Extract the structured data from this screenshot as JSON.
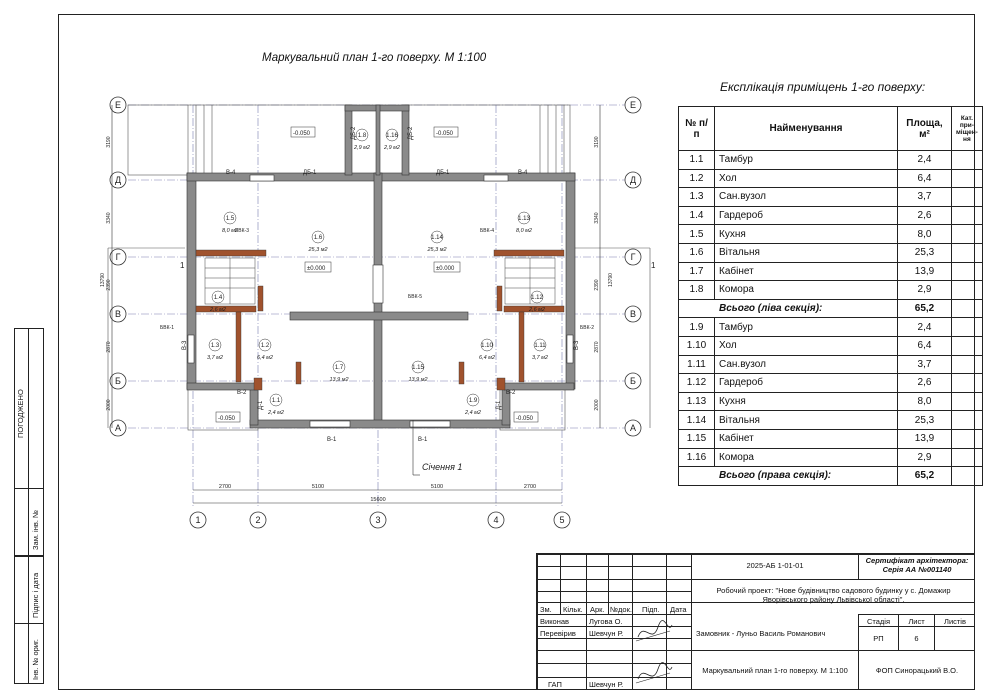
{
  "plan": {
    "title": "Маркувальний план 1-го поверху.   М  1:100",
    "axes_letters": [
      "Е",
      "Д",
      "Г",
      "В",
      "Б",
      "А"
    ],
    "axes_numbers": [
      "1",
      "2",
      "3",
      "4",
      "5"
    ],
    "rooms": [
      {
        "id": "1.1",
        "area": "2,4 м2"
      },
      {
        "id": "1.2",
        "area": "6,4 м2"
      },
      {
        "id": "1.3",
        "area": "3,7 м2"
      },
      {
        "id": "1.4",
        "area": "2,6 м2"
      },
      {
        "id": "1.5",
        "area": "8,0 м2"
      },
      {
        "id": "1.6",
        "area": "25,3 м2"
      },
      {
        "id": "1.7",
        "area": "13,9 м2"
      },
      {
        "id": "1.8",
        "area": "2,9 м2"
      },
      {
        "id": "1.9",
        "area": "2,4 м2"
      },
      {
        "id": "1.10",
        "area": "6,4 м2"
      },
      {
        "id": "1.11",
        "area": "3,7 м2"
      },
      {
        "id": "1.12",
        "area": "2,6 м2"
      },
      {
        "id": "1.13",
        "area": "8,0 м2"
      },
      {
        "id": "1.14",
        "area": "25,3 м2"
      },
      {
        "id": "1.15",
        "area": "13,9 м2"
      },
      {
        "id": "1.16",
        "area": "2,9 м2"
      }
    ],
    "marks": {
      "level_zero": "±0.000",
      "level_neg": "-0.050",
      "v4": "В-4",
      "v3": "В-3",
      "v2": "В-2",
      "v1": "В-1",
      "db1": "ДБ-1",
      "db2": "ДБ-2",
      "d1": "Д-1",
      "bvk1": "БВК-1",
      "bvk2": "БВК-2",
      "bvk3": "БВК-3",
      "bvk4": "БВК-4",
      "bvk5": "БВК-5",
      "section": "Січення 1",
      "section_no": "1"
    },
    "dims_bottom": [
      "2700",
      "5100",
      "5100",
      "2700"
    ],
    "dims_total": "15600",
    "dims_side": [
      "3190",
      "3340",
      "2390",
      "2870",
      "2000"
    ],
    "dims_side_total": "13790"
  },
  "explication": {
    "title": "Експлікація приміщень 1-го поверху:",
    "headers": {
      "num": "№ п/п",
      "name": "Найменування",
      "area": "Площа, м²",
      "cat": "Кат. при- міщен- ня"
    },
    "left": [
      {
        "n": "1.1",
        "name": "Тамбур",
        "area": "2,4"
      },
      {
        "n": "1.2",
        "name": "Хол",
        "area": "6,4"
      },
      {
        "n": "1.3",
        "name": "Сан.вузол",
        "area": "3,7"
      },
      {
        "n": "1.4",
        "name": "Гардероб",
        "area": "2,6"
      },
      {
        "n": "1.5",
        "name": "Кухня",
        "area": "8,0"
      },
      {
        "n": "1.6",
        "name": "Вітальня",
        "area": "25,3"
      },
      {
        "n": "1.7",
        "name": "Кабінет",
        "area": "13,9"
      },
      {
        "n": "1.8",
        "name": "Комора",
        "area": "2,9"
      }
    ],
    "left_total": {
      "label": "Всього (ліва секція):",
      "area": "65,2"
    },
    "right": [
      {
        "n": "1.9",
        "name": "Тамбур",
        "area": "2,4"
      },
      {
        "n": "1.10",
        "name": "Хол",
        "area": "6,4"
      },
      {
        "n": "1.11",
        "name": "Сан.вузол",
        "area": "3,7"
      },
      {
        "n": "1.12",
        "name": "Гардероб",
        "area": "2,6"
      },
      {
        "n": "1.13",
        "name": "Кухня",
        "area": "8,0"
      },
      {
        "n": "1.14",
        "name": "Вітальня",
        "area": "25,3"
      },
      {
        "n": "1.15",
        "name": "Кабінет",
        "area": "13,9"
      },
      {
        "n": "1.16",
        "name": "Комора",
        "area": "2,9"
      }
    ],
    "right_total": {
      "label": "Всього (права секція):",
      "area": "65,2"
    }
  },
  "side_strip": {
    "agreed": "ПОГОДЖЕНО",
    "inv_no": "Інв. № ориг.",
    "sign_date": "Підпис і дата",
    "replace_no": "Зам. інв. №"
  },
  "title_block": {
    "code": "2025-АБ 1-01-01",
    "cert_title": "Сертифікат архітектора:",
    "cert_no": "Серія АА №001140",
    "project": "Робочий проект: \"Нове будівництво садового будинку у с. Домажир Яворівського району Львівської області\".",
    "cols": [
      "Зм.",
      "Кільк.",
      "Арк.",
      "№док.",
      "Підп.",
      "Дата"
    ],
    "made_role": "Виконав",
    "made_name": "Лугова О.",
    "check_role": "Перевірив",
    "check_name": "Шевчун Р.",
    "gap_role": "ГАП",
    "gap_name": "Шевчун Р.",
    "client": "Замовник - Луньо Василь Романович",
    "stage_h": "Стадія",
    "sheet_h": "Лист",
    "sheets_h": "Листів",
    "stage": "РП",
    "sheet": "6",
    "drawing": "Маркувальний план 1-го поверху.   М  1:100",
    "firm": "ФОП Синорацький В.О."
  }
}
